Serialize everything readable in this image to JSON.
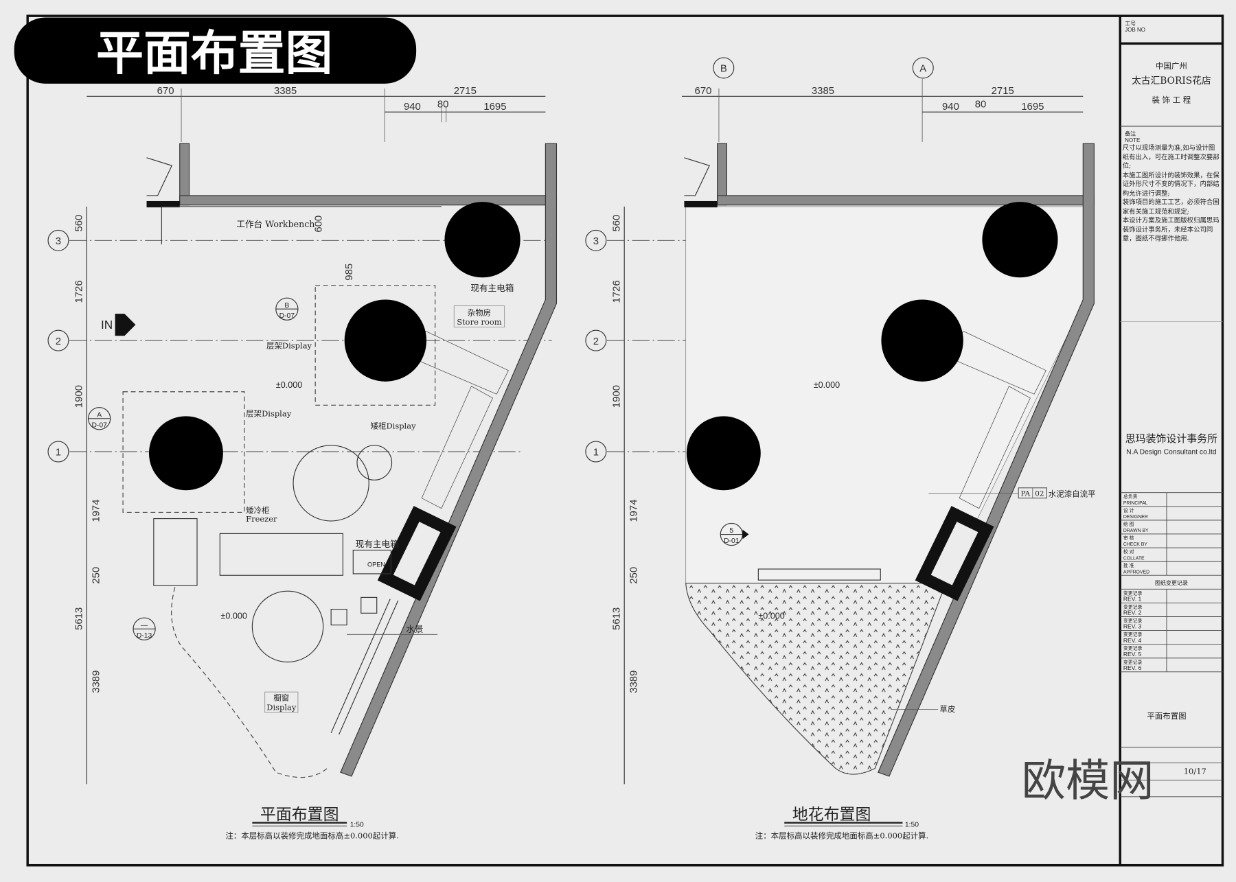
{
  "banner": {
    "title": "平面布置图"
  },
  "colors": {
    "ink": "#222222",
    "wall": "#8a8a8a",
    "paper": "#ececec",
    "banner_bg": "#000000"
  },
  "plans": [
    {
      "title": "平面布置图",
      "scale": "1:50",
      "note": "注：本层标高以装修完成地面标高±0.000起计算.",
      "top_dims_row1": [
        "670",
        "3385",
        "2715"
      ],
      "top_dims_row2": [
        "940",
        "80",
        "1695"
      ],
      "left_dims": [
        "560",
        "1726",
        "1900",
        "1974",
        "250",
        "5613",
        "3389"
      ],
      "grid_axes": [
        "3",
        "2",
        "1"
      ],
      "labels": {
        "workbench": "工作台 Workbench",
        "dim600": "600",
        "dim985": "985",
        "panel1": "现有主电箱",
        "store_cn": "杂物房",
        "store_en": "Store room",
        "shelf1": "层架Display",
        "shelf2": "层架Display",
        "lowcab": "矮柜Display",
        "freezer_cn": "矮冷柜",
        "freezer_en": "Freezer",
        "panel2": "现有主电箱",
        "open": "OPEN",
        "water": "水景",
        "window_cn": "橱窗",
        "window_en": "Display",
        "elev1": "±0.000",
        "elev2": "±0.000",
        "entry": "IN"
      },
      "callouts": [
        {
          "top": "B",
          "bottom": "D-07"
        },
        {
          "top": "A",
          "bottom": "D-07"
        },
        {
          "top": "—",
          "bottom": "D-13"
        }
      ]
    },
    {
      "title": "地花布置图",
      "scale": "1:50",
      "note": "注：本层标高以装修完成地面标高±0.000起计算.",
      "axis_letters": [
        "B",
        "A"
      ],
      "top_dims_row1": [
        "670",
        "3385",
        "2715"
      ],
      "top_dims_row2": [
        "940",
        "80",
        "1695"
      ],
      "left_dims": [
        "560",
        "1726",
        "1900",
        "1974",
        "250",
        "5613",
        "3389"
      ],
      "grid_axes": [
        "3",
        "2",
        "1"
      ],
      "labels": {
        "elev1": "±0.000",
        "elev2": "±0.000",
        "finish_code_a": "PA",
        "finish_code_b": "02",
        "finish": "水泥漆自流平",
        "lawn": "草皮"
      },
      "callouts": [
        {
          "top": "5",
          "bottom": "D-01"
        }
      ]
    }
  ],
  "title_block": {
    "job_no_cn": "工号",
    "job_no_en": "JOB NO",
    "project_line1": "中国广州",
    "project_line2": "太古汇BORIS花店",
    "project_line3": "装 饰 工 程",
    "notes_cn": "备注",
    "notes_en": "NOTE",
    "notes": [
      "尺寸以现场测量为准,如与设计图纸有出入，可在施工时调整次要部位;",
      "本施工图所设计的装饰效果，在保证外形尺寸不变的情况下，内部结构允许进行调整;",
      "装饰項目的施工工艺，必须符合国家有关施工规范和规定;",
      "本设计方案及施工图版权归属思玛装饰设计事务所，未经本公司同意，图纸不得挪作他用."
    ],
    "firm_cn": "思玛装饰设计事务所",
    "firm_en": "N.A Design Consultant co.ltd",
    "roles": [
      {
        "cn": "总负责",
        "en": "PRINCIPAL"
      },
      {
        "cn": "设  计",
        "en": "DESIGNER"
      },
      {
        "cn": "绘  图",
        "en": "DRAWN BY"
      },
      {
        "cn": "审  核",
        "en": "CHECK BY"
      },
      {
        "cn": "校  对",
        "en": "COLLATE"
      },
      {
        "cn": "批  准",
        "en": "APPROVED"
      }
    ],
    "revision_header": "图纸变更记录",
    "revisions": [
      {
        "cn": "变更记录",
        "en": "REV. 1"
      },
      {
        "cn": "变更记录",
        "en": "REV. 2"
      },
      {
        "cn": "变更记录",
        "en": "REV. 3"
      },
      {
        "cn": "变更记录",
        "en": "REV. 4"
      },
      {
        "cn": "变更记录",
        "en": "REV. 5"
      },
      {
        "cn": "变更记录",
        "en": "REV. 6"
      }
    ],
    "drawing_name": "平面布置图",
    "sheet": "10/17"
  },
  "watermark": "欧模网"
}
